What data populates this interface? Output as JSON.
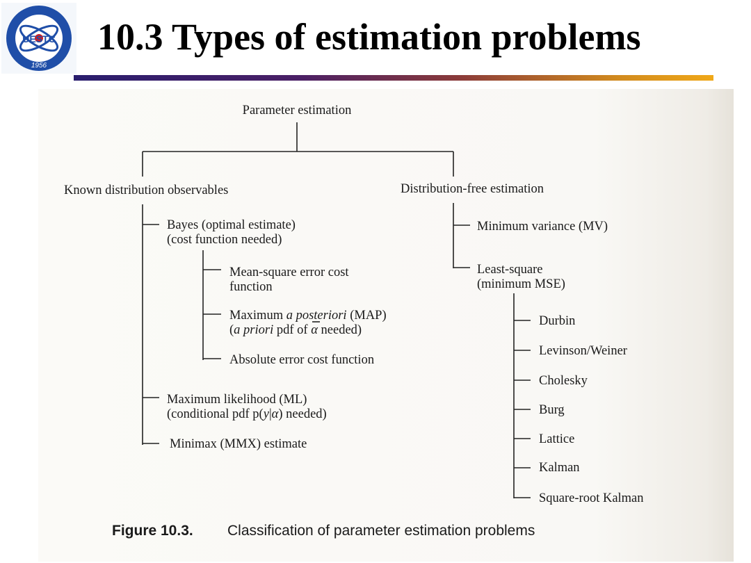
{
  "slide": {
    "title": "10.3 Types of estimation problems"
  },
  "logo": {
    "monogram": "UESTC",
    "year": "1956"
  },
  "diagram": {
    "root": "Parameter estimation",
    "left_branch": {
      "label": "Known distribution observables",
      "children": {
        "bayes": {
          "line1": "Bayes (optimal estimate)",
          "line2": "(cost function needed)",
          "children": {
            "mse": {
              "line1": "Mean-square error cost",
              "line2": "function"
            },
            "map": {
              "line1_a": "Maximum ",
              "line1_b": "a posteriori",
              "line1_c": " (MAP)",
              "line2_a": "(",
              "line2_b": "a priori",
              "line2_c": " pdf of ",
              "line2_d": "α",
              "line2_e": " needed)"
            },
            "abs": {
              "label": "Absolute error cost function"
            }
          }
        },
        "ml": {
          "line1": "Maximum likelihood (ML)",
          "line2_a": "(conditional pdf p(",
          "line2_b": "y",
          "line2_c": "|",
          "line2_d": "α",
          "line2_e": ") needed)"
        },
        "mmx": {
          "label": "Minimax (MMX) estimate"
        }
      }
    },
    "right_branch": {
      "label": "Distribution-free estimation",
      "children": {
        "mv": {
          "label": "Minimum variance (MV)"
        },
        "ls": {
          "line1": "Least-square",
          "line2": "(minimum MSE)",
          "children": [
            "Durbin",
            "Levinson/Weiner",
            "Cholesky",
            "Burg",
            "Lattice",
            "Kalman",
            "Square-root Kalman"
          ]
        }
      }
    },
    "caption": {
      "number": "Figure 10.3.",
      "text": "Classification of parameter estimation problems"
    }
  }
}
